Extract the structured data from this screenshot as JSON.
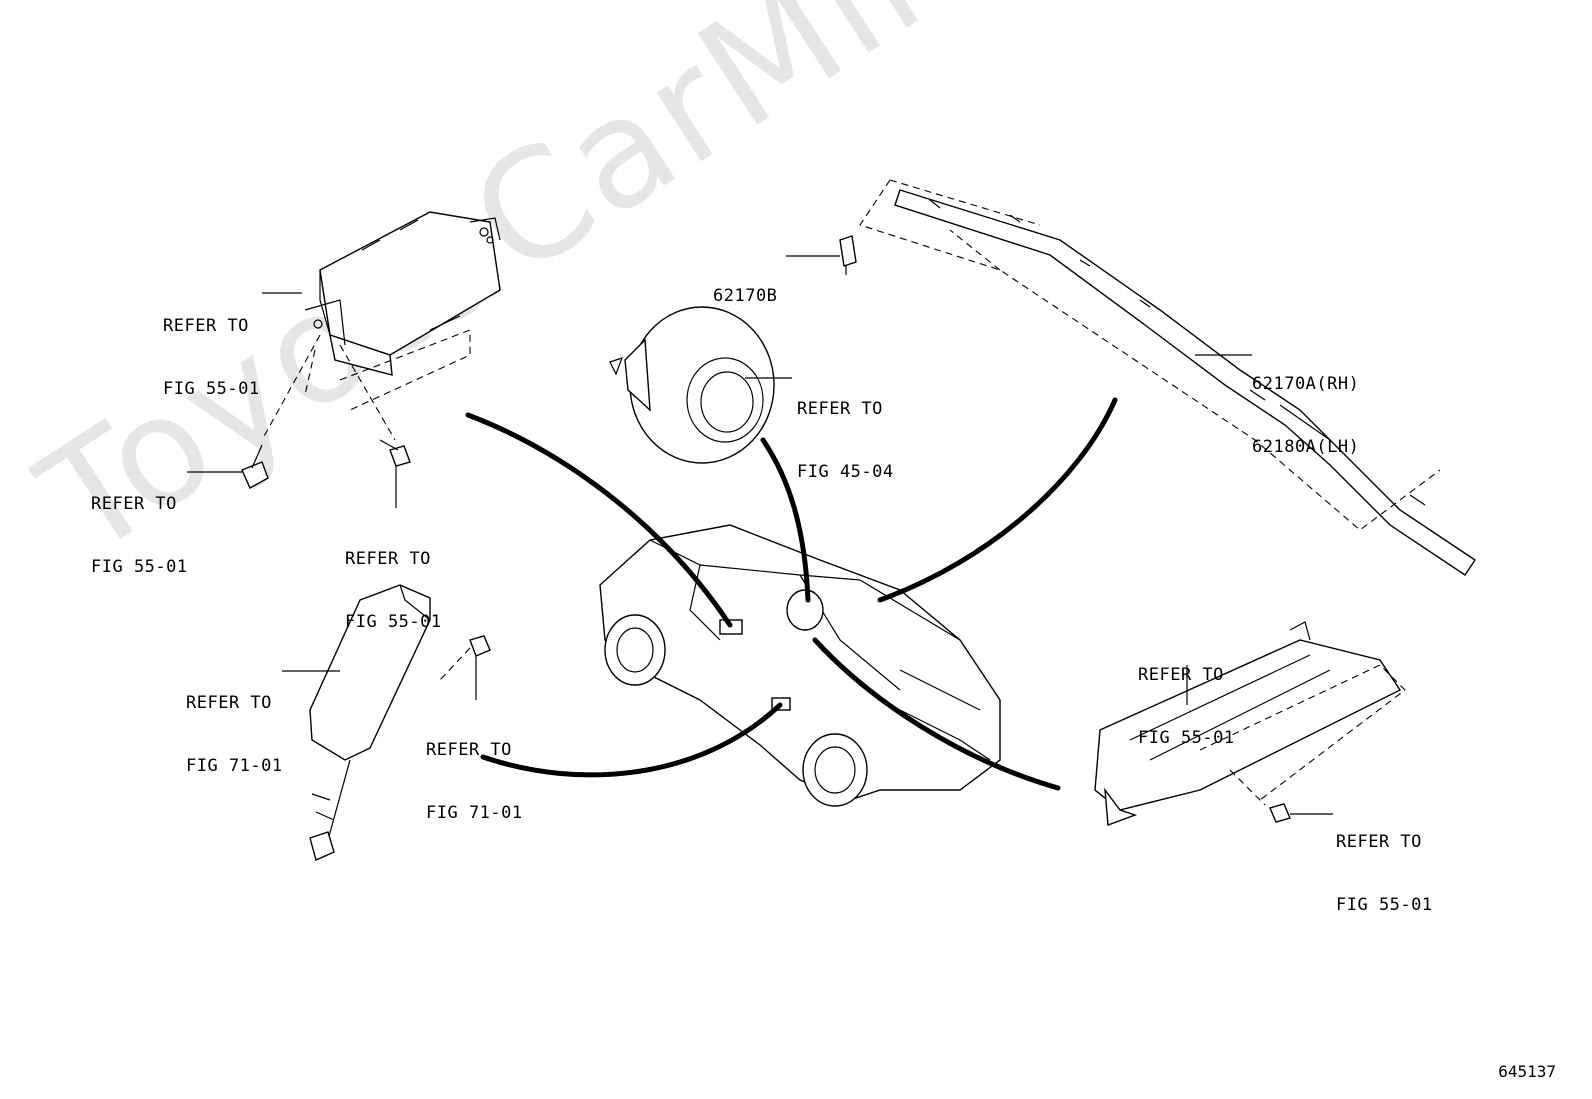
{
  "watermark": "ToyotaCarMile.ru",
  "diagram_id": "645137",
  "labels": {
    "ab_front_passenger_flange": [
      "REFER TO",
      "FIG 55-01"
    ],
    "ab_front_passenger_bolt_left": [
      "REFER TO",
      "FIG 55-01"
    ],
    "ab_front_passenger_bolt_right": [
      "REFER TO",
      "FIG 55-01"
    ],
    "steering_wheel_pad": [
      "REFER TO",
      "FIG 45-04"
    ],
    "curtain_clip": "62170B",
    "curtain_rh": "62170A(RH)",
    "curtain_lh": "62180A(LH)",
    "seat_airbag": [
      "REFER TO",
      "FIG 71-01"
    ],
    "seat_airbag_nut": [
      "REFER TO",
      "FIG 71-01"
    ],
    "knee_airbag": [
      "REFER TO",
      "FIG 55-01"
    ],
    "knee_airbag_nut": [
      "REFER TO",
      "FIG 55-01"
    ]
  },
  "colors": {
    "line": "#000000",
    "background": "#ffffff",
    "watermark": "#e6e6e6"
  }
}
